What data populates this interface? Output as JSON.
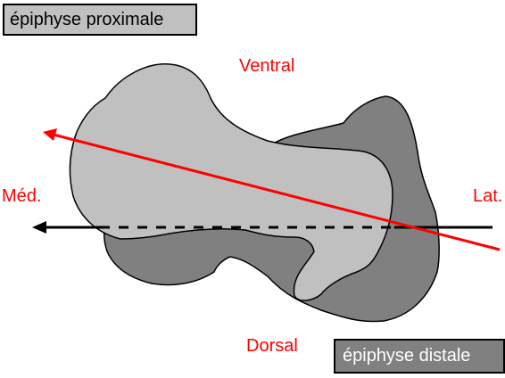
{
  "labels": {
    "proximal": "épiphyse proximale",
    "distal": "épiphyse distale",
    "ventral": "Ventral",
    "dorsal": "Dorsal",
    "medial": "Méd.",
    "lateral": "Lat."
  },
  "colors": {
    "proximal_fill": "#c0c0c0",
    "distal_fill": "#808080",
    "label_red": "#ff0000",
    "line_black": "#000000",
    "line_red": "#ff0000"
  }
}
